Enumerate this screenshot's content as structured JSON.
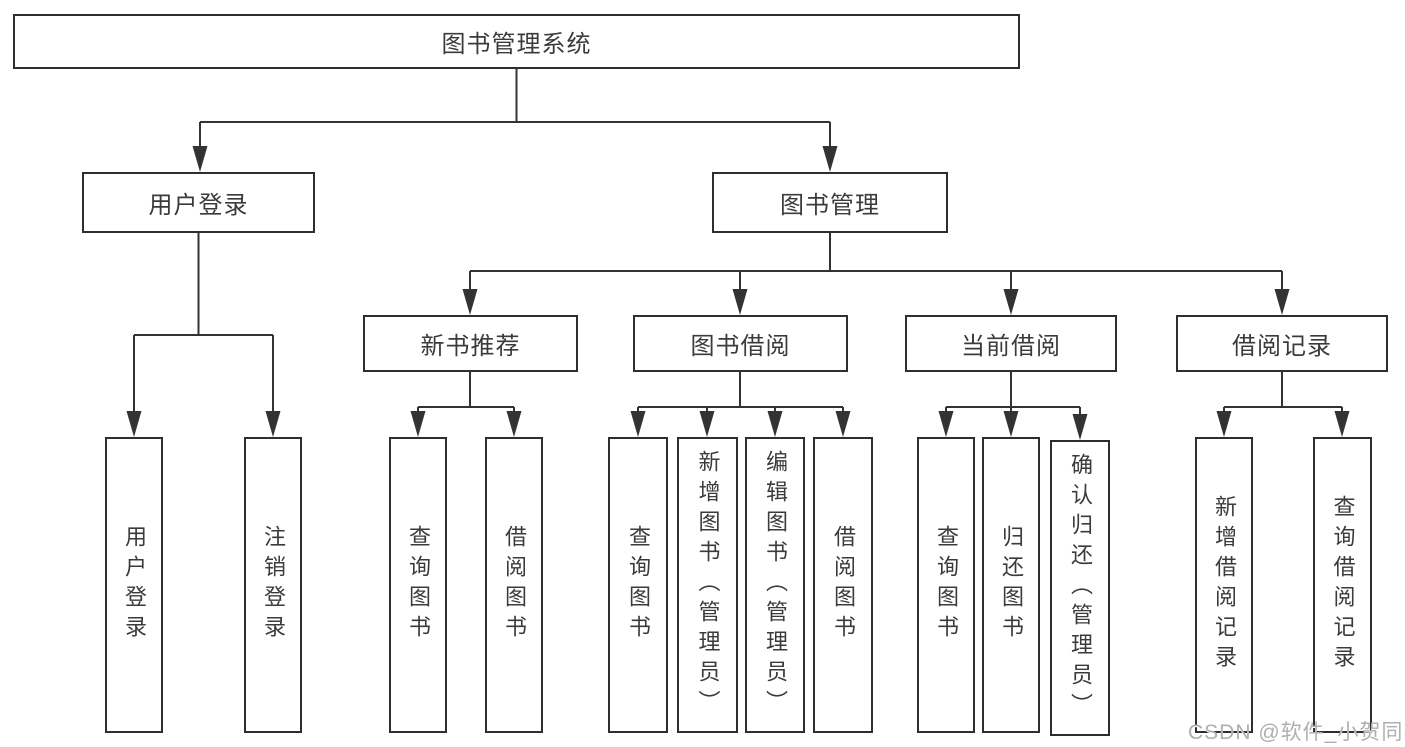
{
  "root": {
    "label": "图书管理系统"
  },
  "branches": {
    "user_login": {
      "label": "用户登录",
      "children": [
        {
          "label": "用户登录"
        },
        {
          "label": "注销登录"
        }
      ]
    },
    "book_mgmt": {
      "label": "图书管理",
      "groups": [
        {
          "label": "新书推荐",
          "children": [
            {
              "label": "查询图书"
            },
            {
              "label": "借阅图书"
            }
          ]
        },
        {
          "label": "图书借阅",
          "children": [
            {
              "label": "查询图书"
            },
            {
              "label": "新增图书（管理员）"
            },
            {
              "label": "编辑图书（管理员）"
            },
            {
              "label": "借阅图书"
            }
          ]
        },
        {
          "label": "当前借阅",
          "children": [
            {
              "label": "查询图书"
            },
            {
              "label": "归还图书"
            },
            {
              "label": "确认归还（管理员）"
            }
          ]
        },
        {
          "label": "借阅记录",
          "children": [
            {
              "label": "新增借阅记录"
            },
            {
              "label": "查询借阅记录"
            }
          ]
        }
      ]
    }
  },
  "watermark": {
    "text": "CSDN @软件_小贺同学"
  },
  "colors": {
    "line": "#333333",
    "border": "#2e2e2e",
    "text": "#3b3b3b",
    "background": "#ffffff",
    "watermark": "#afafaf"
  }
}
